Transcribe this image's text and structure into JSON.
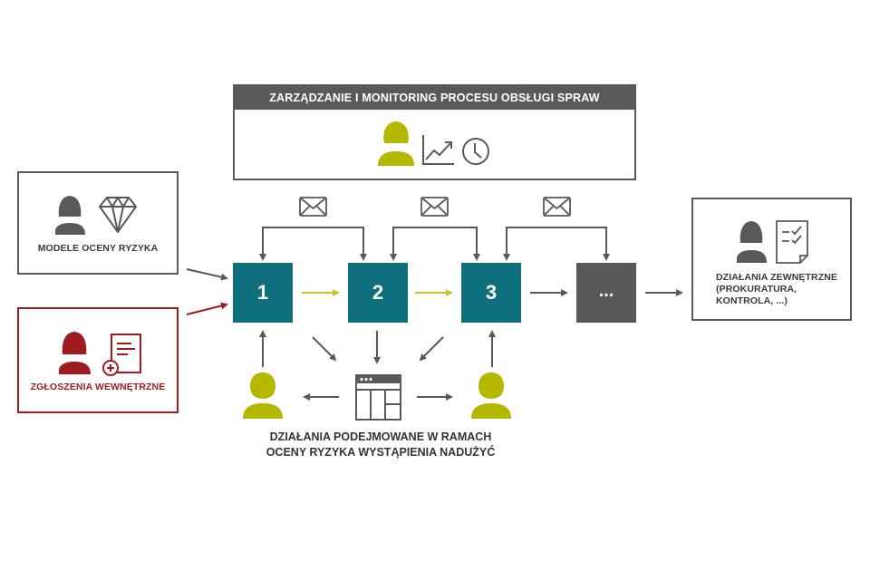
{
  "management": {
    "title": "ZARZĄDZANIE I MONITORING PROCESU OBSŁUGI SPRAW",
    "icons": [
      "person-icon",
      "trend-chart-icon",
      "clock-icon"
    ]
  },
  "inputs": [
    {
      "label": "MODELE OCENY RYZYKA",
      "icons": [
        "person-icon",
        "diamond-icon"
      ],
      "color": "#595959"
    },
    {
      "label": "ZGŁOSZENIA WEWNĘTRZNE",
      "icons": [
        "person-icon",
        "document-add-icon"
      ],
      "color": "#9e1b1f"
    }
  ],
  "steps": [
    {
      "label": "1"
    },
    {
      "label": "2"
    },
    {
      "label": "3"
    },
    {
      "label": "..."
    }
  ],
  "output": {
    "lines": [
      "DZIAŁANIA ZEWNĘTRZNE",
      "(PROKURATURA,",
      "KONTROLA, ...)"
    ],
    "icons": [
      "person-icon",
      "checklist-document-icon"
    ]
  },
  "bottom": {
    "caption_lines": [
      "DZIAŁANIA PODEJMOWANE W RAMACH",
      "OCENY RYZYKA WYSTĄPIENIA NADUŻYĆ"
    ],
    "icons": [
      "person-icon",
      "dashboard-window-icon",
      "person-icon"
    ]
  },
  "colors": {
    "teal": "#0e6f7d",
    "dark_gray": "#58585a",
    "gray": "#595959",
    "lime": "#b5b800",
    "red": "#9e1b1f"
  },
  "envelopes": [
    "mail-icon",
    "mail-icon",
    "mail-icon"
  ]
}
